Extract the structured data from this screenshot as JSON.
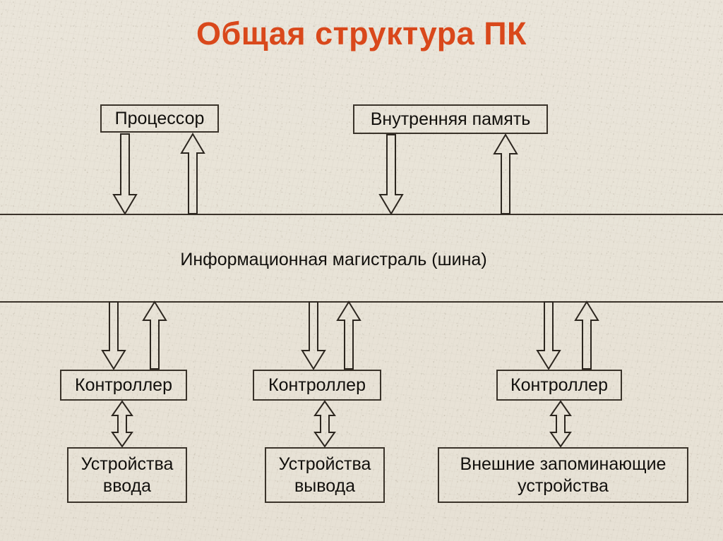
{
  "slide": {
    "title": "Общая структура ПК",
    "title_color": "#d9481b",
    "background_color": "#e9e4d9",
    "line_color": "#3a332a",
    "text_color": "#12100d"
  },
  "top_row": {
    "processor": {
      "label": "Процессор"
    },
    "internal_memory": {
      "label": "Внутренняя память"
    }
  },
  "bus": {
    "label": "Информационная магистраль (шина)"
  },
  "controllers": [
    {
      "label": "Контроллер"
    },
    {
      "label": "Контроллер"
    },
    {
      "label": "Контроллер"
    }
  ],
  "devices": [
    {
      "label": "Устройства\nввода"
    },
    {
      "label": "Устройства\nвывода"
    },
    {
      "label": "Внешние запоминающие\nустройства"
    }
  ],
  "chart_data": {
    "type": "diagram",
    "title": "Общая структура ПК",
    "nodes": [
      {
        "id": "processor",
        "label": "Процессор",
        "row": "top"
      },
      {
        "id": "internal-memory",
        "label": "Внутренняя память",
        "row": "top"
      },
      {
        "id": "bus",
        "label": "Информационная магистраль (шина)",
        "row": "bus"
      },
      {
        "id": "controller-1",
        "label": "Контроллер",
        "row": "controllers"
      },
      {
        "id": "controller-2",
        "label": "Контроллер",
        "row": "controllers"
      },
      {
        "id": "controller-3",
        "label": "Контроллер",
        "row": "controllers"
      },
      {
        "id": "input-devices",
        "label": "Устройства ввода",
        "row": "devices"
      },
      {
        "id": "output-devices",
        "label": "Устройства вывода",
        "row": "devices"
      },
      {
        "id": "storage-devices",
        "label": "Внешние запоминающие устройства",
        "row": "devices"
      }
    ],
    "edges": [
      {
        "from": "processor",
        "to": "bus",
        "direction": "down"
      },
      {
        "from": "bus",
        "to": "processor",
        "direction": "up"
      },
      {
        "from": "internal-memory",
        "to": "bus",
        "direction": "down"
      },
      {
        "from": "bus",
        "to": "internal-memory",
        "direction": "up"
      },
      {
        "from": "bus",
        "to": "controller-1",
        "direction": "down"
      },
      {
        "from": "controller-1",
        "to": "bus",
        "direction": "up"
      },
      {
        "from": "bus",
        "to": "controller-2",
        "direction": "down"
      },
      {
        "from": "controller-2",
        "to": "bus",
        "direction": "up"
      },
      {
        "from": "bus",
        "to": "controller-3",
        "direction": "down"
      },
      {
        "from": "controller-3",
        "to": "bus",
        "direction": "up"
      },
      {
        "from": "controller-1",
        "to": "input-devices",
        "direction": "both"
      },
      {
        "from": "controller-2",
        "to": "output-devices",
        "direction": "both"
      },
      {
        "from": "controller-3",
        "to": "storage-devices",
        "direction": "both"
      }
    ]
  }
}
